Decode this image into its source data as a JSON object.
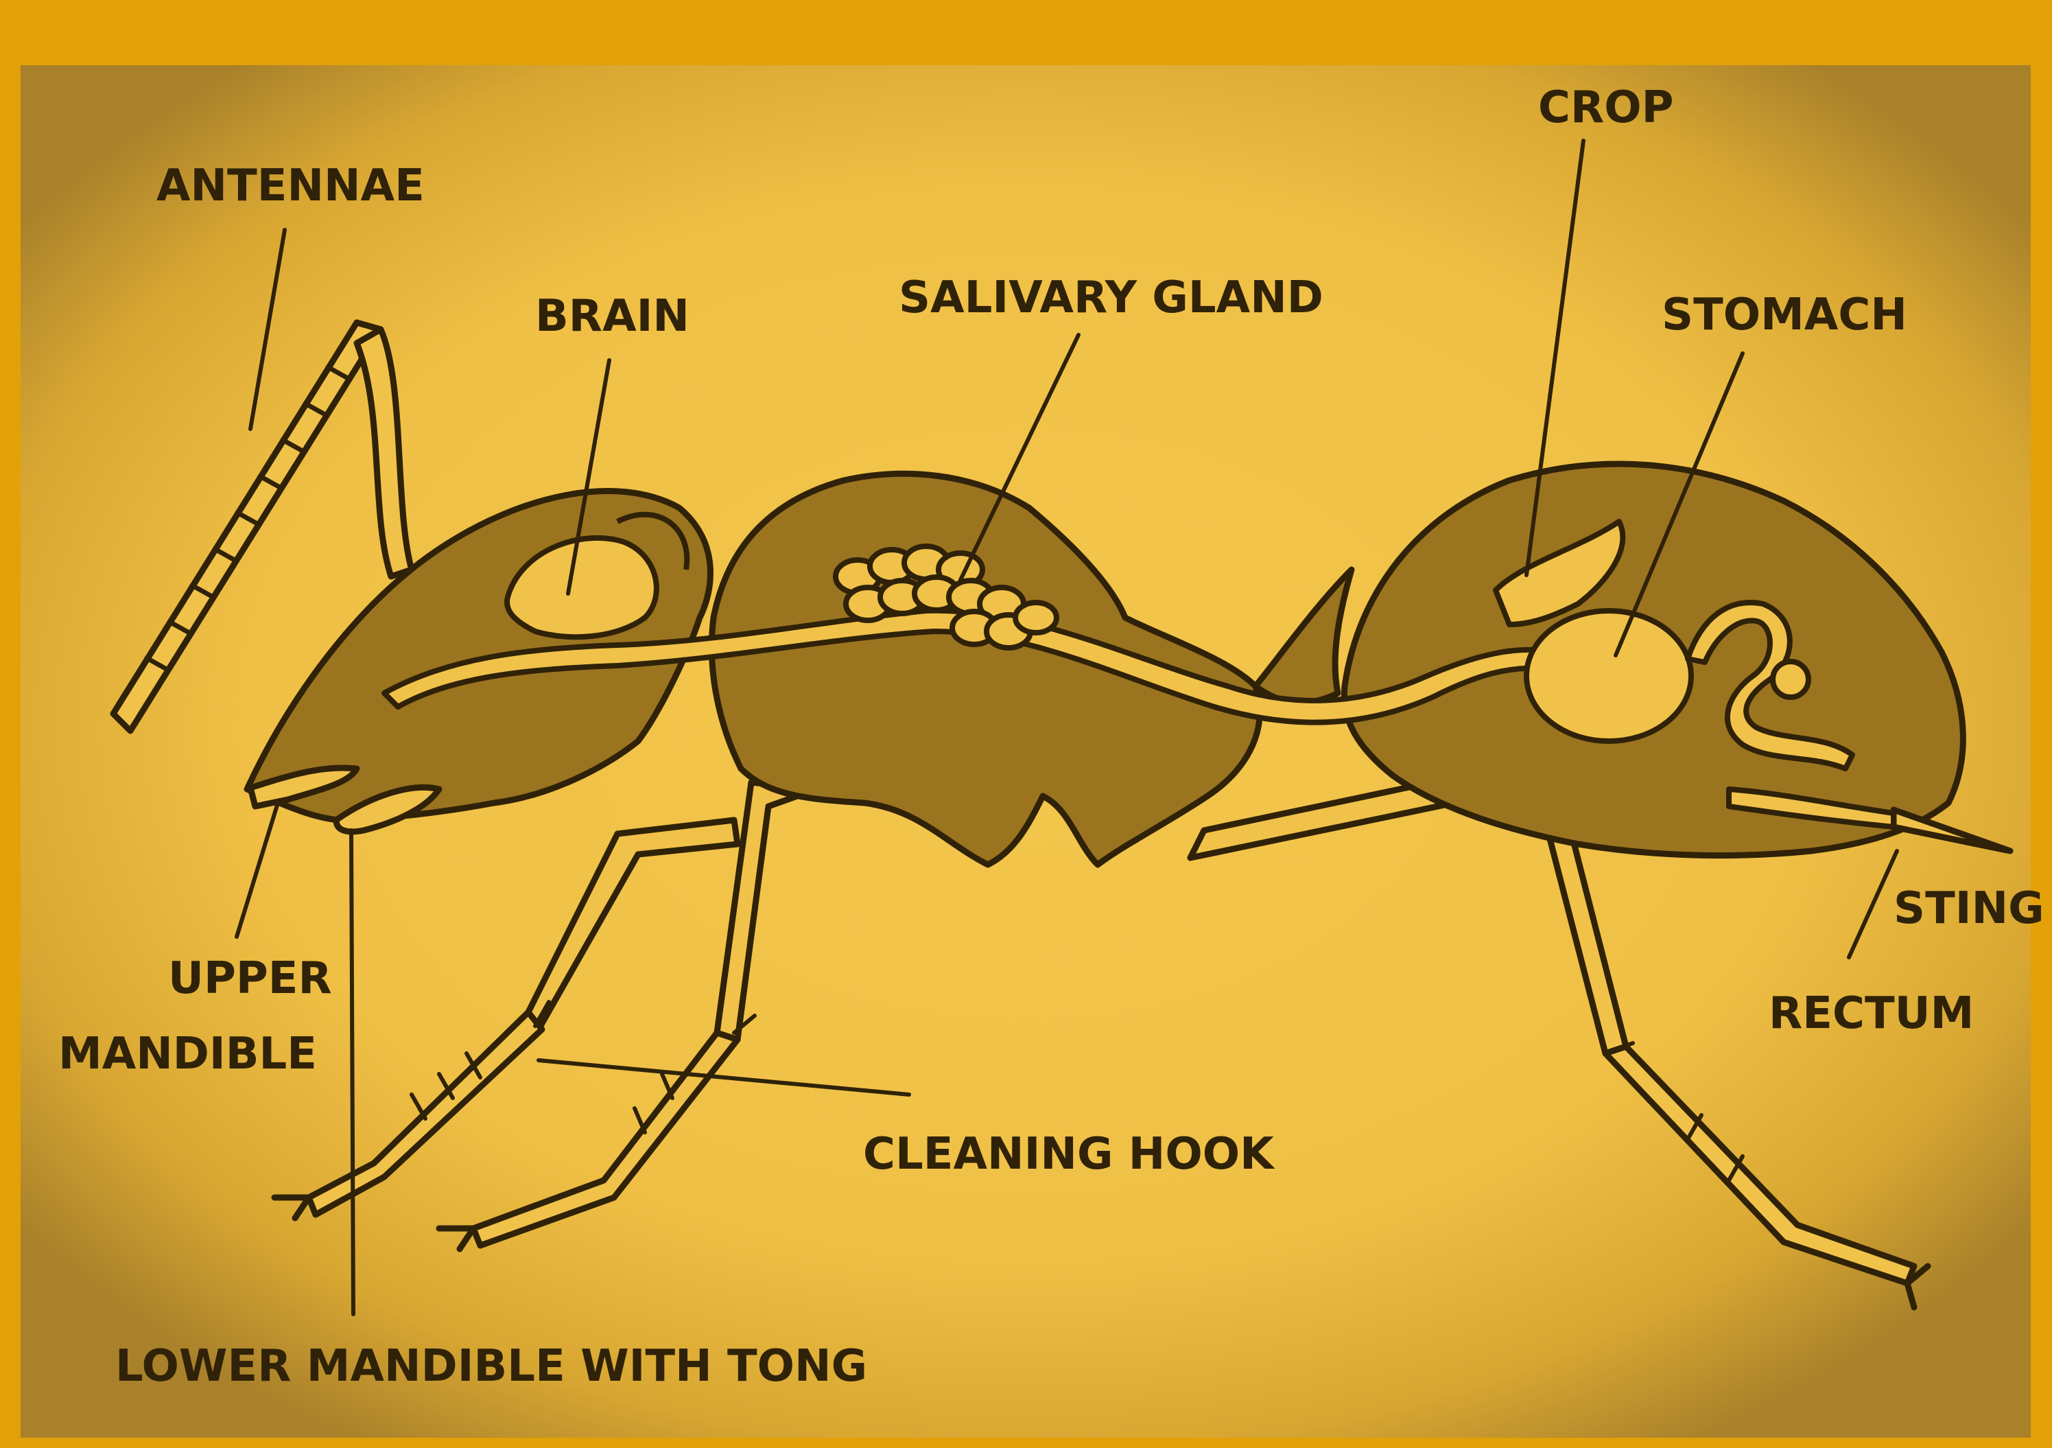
{
  "colors": {
    "page_background": "#e3a108",
    "frame_background": "#d99a0c",
    "panel_light": "#f0c248",
    "body_fill": "#9b7420",
    "organ_fill": "#f1c24a",
    "ink": "#2f2208"
  },
  "labels": {
    "antennae": "ANTENNAE",
    "brain": "BRAIN",
    "salivary_gland": "SALIVARY GLAND",
    "crop": "CROP",
    "stomach": "STOMACH",
    "sting": "STING",
    "rectum": "RECTUM",
    "upper_mandible_line1": "UPPER",
    "upper_mandible_line2": "MANDIBLE",
    "cleaning_hook": "CLEANING HOOK",
    "lower_mandible": "LOWER MANDIBLE WITH TONG"
  }
}
